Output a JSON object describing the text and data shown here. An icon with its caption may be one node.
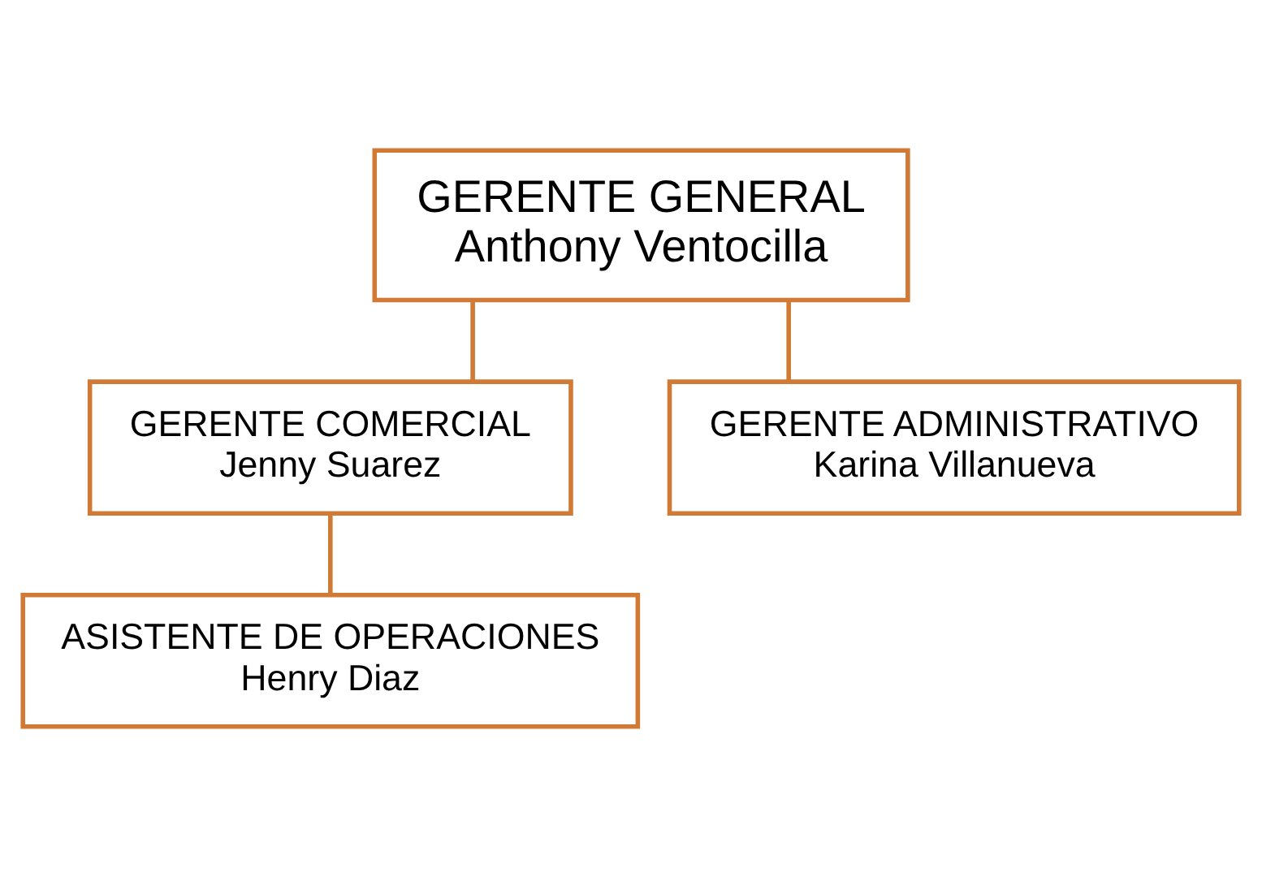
{
  "diagram": {
    "nodes": [
      {
        "text": [
          "GERENTE GENERAL",
          "Anthony Ventocilla"
        ]
      },
      {
        "text": [
          "GERENTE COMERCIAL",
          "Jenny Suarez"
        ]
      },
      {
        "text": [
          "GERENTE ADMINISTRATIVO",
          "Karina Villanueva"
        ]
      },
      {
        "text": [
          "ASISTENTE DE OPERACIONES",
          "Henry Diaz"
        ]
      }
    ],
    "edges": [
      {
        "from": 0,
        "to": 1,
        "arrow": "none"
      },
      {
        "from": 0,
        "to": 2,
        "arrow": "none"
      },
      {
        "from": 1,
        "to": 3,
        "arrow": "none"
      }
    ]
  }
}
